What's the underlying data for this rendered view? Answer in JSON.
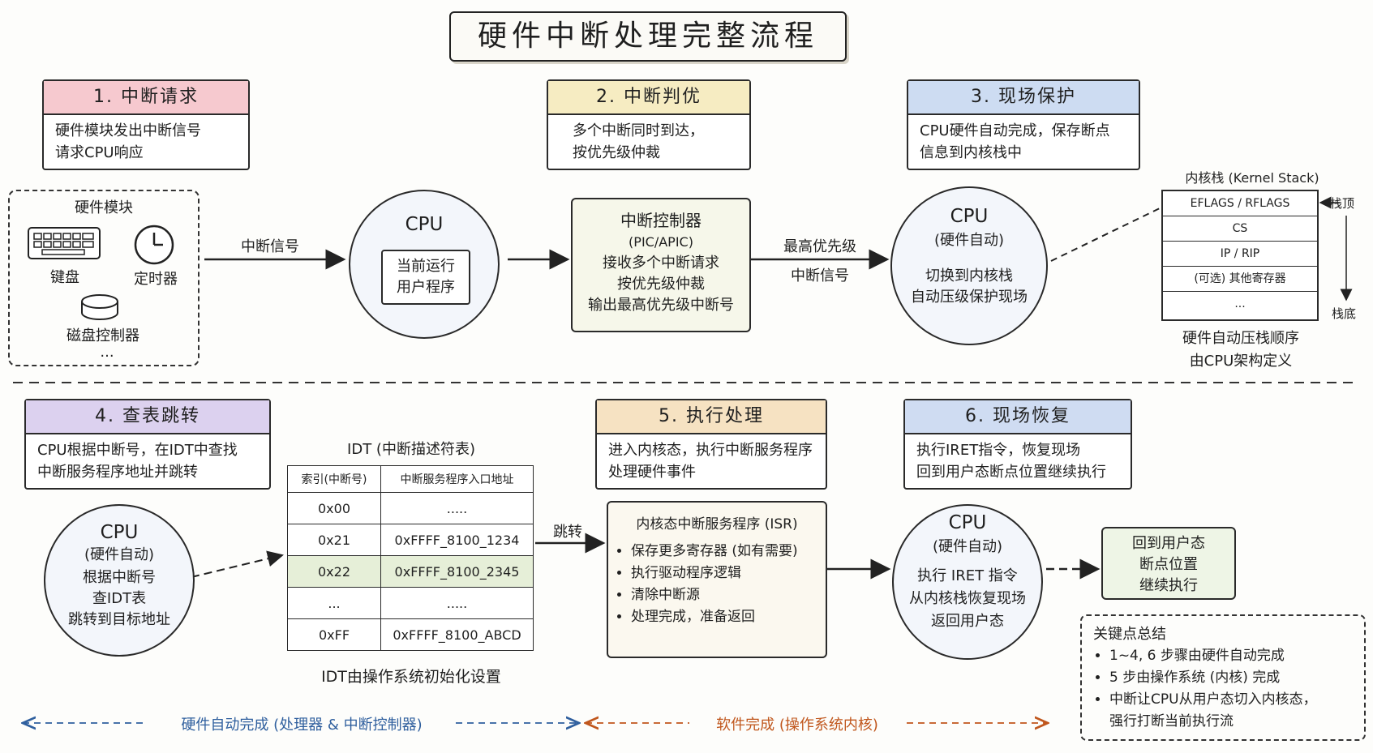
{
  "title": "硬件中断处理完整流程",
  "steps": {
    "s1": {
      "head": "1. 中断请求",
      "body": [
        "硬件模块发出中断信号",
        "请求CPU响应"
      ],
      "color": "#f6c9cf"
    },
    "s2": {
      "head": "2. 中断判优",
      "body": [
        "多个中断同时到达，",
        "按优先级仲裁"
      ],
      "color": "#f6ecc2"
    },
    "s3": {
      "head": "3. 现场保护",
      "body": [
        "CPU硬件自动完成，保存断点",
        "信息到内核栈中"
      ],
      "color": "#cddcf2"
    },
    "s4": {
      "head": "4. 查表跳转",
      "body": [
        "CPU根据中断号，在IDT中查找",
        "中断服务程序地址并跳转"
      ],
      "color": "#dcd1ef"
    },
    "s5": {
      "head": "5. 执行处理",
      "body": [
        "进入内核态，执行中断服务程序",
        "处理硬件事件"
      ],
      "color": "#f6e2c2"
    },
    "s6": {
      "head": "6. 现场恢复",
      "body": [
        "执行IRET指令，恢复现场",
        "回到用户态断点位置继续执行"
      ],
      "color": "#cfdcf2"
    }
  },
  "hw": {
    "title": "硬件模块",
    "keyboard": "键盘",
    "timer": "定时器",
    "disk": "磁盘控制器",
    "more": "..."
  },
  "arrow_labels": {
    "irq_signal": "中断信号",
    "top_prio_1": "最高优先级",
    "top_prio_2": "中断信号",
    "jump": "跳转"
  },
  "cpu1": {
    "title": "CPU",
    "inner": [
      "当前运行",
      "用户程序"
    ]
  },
  "pic": {
    "title": "中断控制器",
    "sub": "(PIC/APIC)",
    "lines": [
      "接收多个中断请求",
      "按优先级仲裁",
      "输出最高优先级中断号"
    ]
  },
  "cpu2": {
    "title": "CPU",
    "sub": "(硬件自动)",
    "lines": [
      "切换到内核栈",
      "自动压级保护现场"
    ]
  },
  "stack": {
    "title": "内核栈 (Kernel Stack)",
    "rows": [
      "EFLAGS / RFLAGS",
      "CS",
      "IP / RIP",
      "(可选) 其他寄存器",
      "..."
    ],
    "top": "栈顶",
    "bottom": "栈底",
    "note": [
      "硬件自动压栈顺序",
      "由CPU架构定义"
    ]
  },
  "cpu3": {
    "title": "CPU",
    "sub": "(硬件自动)",
    "lines": [
      "根据中断号",
      "查IDT表",
      "跳转到目标地址"
    ]
  },
  "idt": {
    "title": "IDT (中断描述符表)",
    "headers": [
      "索引(中断号)",
      "中断服务程序入口地址"
    ],
    "rows": [
      [
        "0x00",
        "....."
      ],
      [
        "0x21",
        "0xFFFF_8100_1234"
      ],
      [
        "0x22",
        "0xFFFF_8100_2345"
      ],
      [
        "...",
        "....."
      ],
      [
        "0xFF",
        "0xFFFF_8100_ABCD"
      ]
    ],
    "note": "IDT由操作系统初始化设置"
  },
  "isr": {
    "title": "内核态中断服务程序 (ISR)",
    "items": [
      "保存更多寄存器 (如有需要)",
      "执行驱动程序逻辑",
      "清除中断源",
      "处理完成，准备返回"
    ]
  },
  "cpu4": {
    "title": "CPU",
    "sub": "(硬件自动)",
    "lines": [
      "执行 IRET 指令",
      "从内核栈恢复现场",
      "返回用户态"
    ]
  },
  "resume": {
    "lines": [
      "回到用户态",
      "断点位置",
      "继续执行"
    ]
  },
  "summary": {
    "title": "关键点总结",
    "items": [
      "1~4, 6 步骤由硬件自动完成",
      "5 步由操作系统 (内核) 完成",
      "中断让CPU从用户态切入内核态，",
      "强行打断当前执行流"
    ]
  },
  "legend": {
    "hw": "硬件自动完成 (处理器 & 中断控制器)",
    "sw": "软件完成 (操作系统内核)",
    "hw_color": "#2f5f9e",
    "sw_color": "#c0561c"
  }
}
